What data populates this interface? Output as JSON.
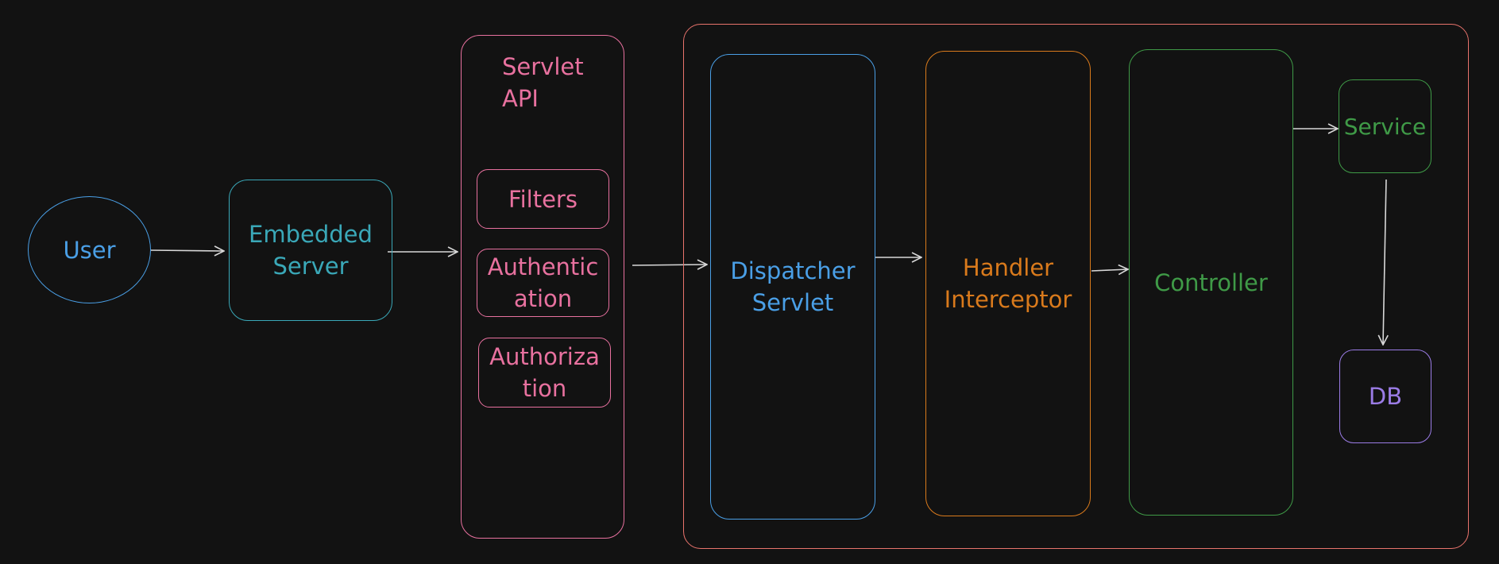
{
  "colors": {
    "background": "#121212",
    "user": "#4a9fe6",
    "embedded_server": "#3aa8b8",
    "servlet_api": "#e8719f",
    "container": "#e8736c",
    "dispatcher": "#4a9fe6",
    "handler": "#d97a1c",
    "controller": "#3f9a47",
    "service": "#3f9a47",
    "db": "#9b7ce6",
    "arrow": "#d8d8d8"
  },
  "nodes": {
    "user": "User",
    "embedded_server": "Embedded\nServer",
    "servlet_api": "Servlet\nAPI",
    "filters": "Filters",
    "authentication": "Authentic\nation",
    "authorization": "Authoriza\ntion",
    "dispatcher_servlet": "Dispatcher\nServlet",
    "handler_interceptor": "Handler\nInterceptor",
    "controller": "Controller",
    "service": "Service",
    "db": "DB"
  }
}
